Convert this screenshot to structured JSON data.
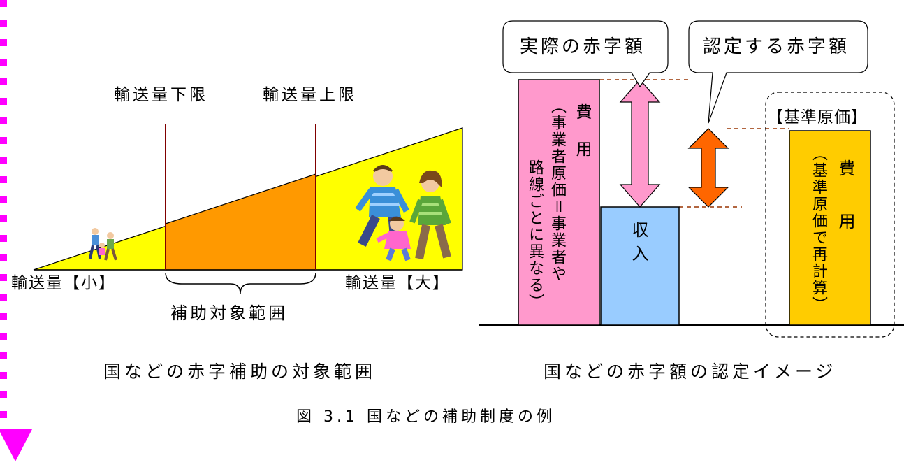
{
  "left_diagram": {
    "lower_limit_label": "輸送量下限",
    "upper_limit_label": "輸送量上限",
    "small_label": "輸送量【小】",
    "large_label": "輸送量【大】",
    "range_label": "補助対象範囲",
    "caption": "国などの赤字補助の対象範囲",
    "colors": {
      "triangle": "#ffff00",
      "subsidy_zone": "#ff9900",
      "limit_line": "#800000"
    }
  },
  "right_diagram": {
    "callout_actual": "実際の赤字額",
    "callout_certified": "認定する赤字額",
    "cost_bar_main": "費 用",
    "cost_bar_note_1": "（事業者原価＝事業者や",
    "cost_bar_note_2": "路線ごとに異なる）",
    "revenue_bar": "収入",
    "standard_cost_title": "【基準原価】",
    "standard_bar_main": "費 用",
    "standard_bar_note": "（基準原価で再計算）",
    "caption": "国などの赤字額の認定イメージ",
    "colors": {
      "cost_bar": "#ff99cc",
      "revenue_bar": "#99ccff",
      "standard_bar": "#ffcc00",
      "actual_arrow": "#ff99cc",
      "certified_arrow": "#ff6600",
      "dashed_guide": "#993300"
    }
  },
  "figure_caption": "図 3.1 国などの補助制度の例",
  "side_decoration": {
    "square_color": "#ff00ff",
    "arrow_color": "#ff00ff"
  }
}
